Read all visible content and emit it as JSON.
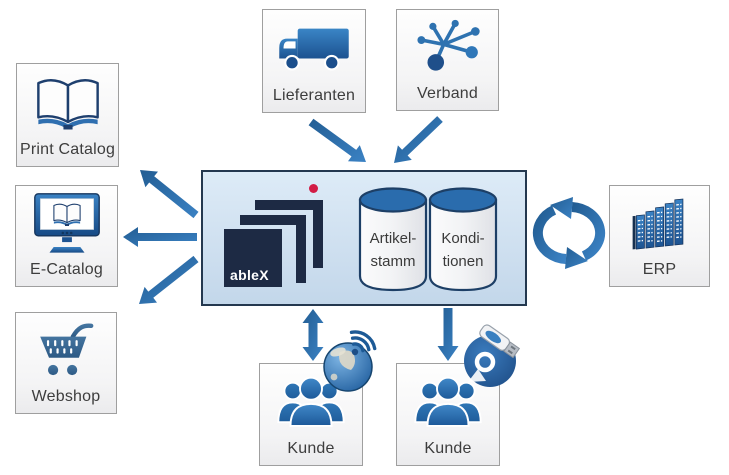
{
  "nodes": {
    "lieferanten": {
      "label": "Lieferanten",
      "icon": "truck-icon"
    },
    "verband": {
      "label": "Verband",
      "icon": "network-icon"
    },
    "print_catalog": {
      "label": "Print Catalog",
      "icon": "open-book-icon"
    },
    "e_catalog": {
      "label": "E-Catalog",
      "icon": "monitor-book-icon"
    },
    "webshop": {
      "label": "Webshop",
      "icon": "shopping-cart-icon"
    },
    "erp": {
      "label": "ERP",
      "icon": "server-rack-icon"
    },
    "kunde_online": {
      "label": "Kunde",
      "icon": "people-group-icon",
      "channel_icon": "globe-wifi-icon"
    },
    "kunde_offline": {
      "label": "Kunde",
      "icon": "people-group-icon",
      "channel_icon": "cd-usb-icon"
    }
  },
  "center": {
    "logo": "ableX",
    "databases": [
      {
        "label": "Artikel-\nstamm"
      },
      {
        "label": "Kondi-\ntionen"
      }
    ]
  },
  "colors": {
    "arrow_blue": "#2b6dab",
    "logo_navy": "#1d2a44",
    "logo_red": "#d21c45",
    "center_panel_fill": "#d4e4f3",
    "center_panel_border": "#24384f",
    "database_top": "#2a6cad",
    "icon_blue": "#2d74b4",
    "label_gray": "#3d3d3d"
  }
}
